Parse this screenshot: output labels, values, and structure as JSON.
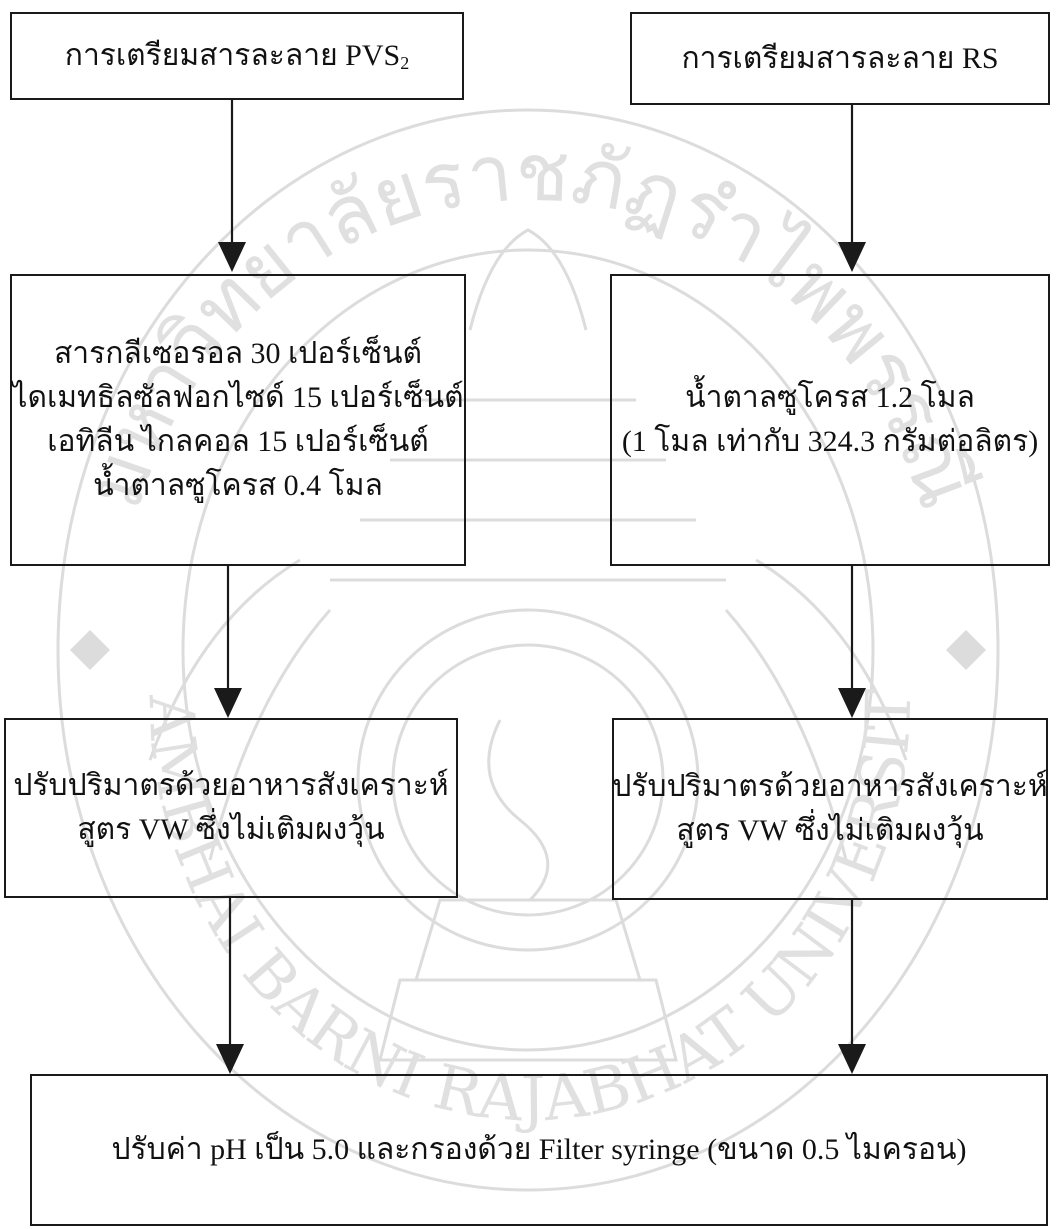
{
  "colors": {
    "line": "#1a1a1a",
    "watermark": "#d9d9d9"
  },
  "watermark": {
    "icon": "university-seal-watermark",
    "text_top": "มหาวิทยาลัยราชภัฏรำไพพรรณี",
    "text_bottom": "RAMBHAI BARNI RAJABHAT UNIVERSITY"
  },
  "left": {
    "title_main": "การเตรียมสารละลาย PVS",
    "title_sub": "2",
    "composition": [
      "สารกลีเซอรอล 30 เปอร์เซ็นต์",
      "ไดเมทธิลซัลฟอกไซด์ 15 เปอร์เซ็นต์",
      "เอทิลีน ไกลคอล 15 เปอร์เซ็นต์",
      "น้ำตาลซูโครส 0.4 โมล"
    ],
    "adjust": [
      "ปรับปริมาตรด้วยอาหารสังเคราะห์",
      "สูตร VW ซึ่งไม่เติมผงวุ้น"
    ]
  },
  "right": {
    "title": "การเตรียมสารละลาย RS",
    "composition": [
      "น้ำตาลซูโครส 1.2 โมล",
      "(1 โมล เท่ากับ 324.3 กรัมต่อลิตร)"
    ],
    "adjust": [
      "ปรับปริมาตรด้วยอาหารสังเคราะห์",
      "สูตร VW ซึ่งไม่เติมผงวุ้น"
    ]
  },
  "final": "ปรับค่า pH เป็น 5.0 และกรองด้วย Filter syringe (ขนาด 0.5 ไมครอน)"
}
